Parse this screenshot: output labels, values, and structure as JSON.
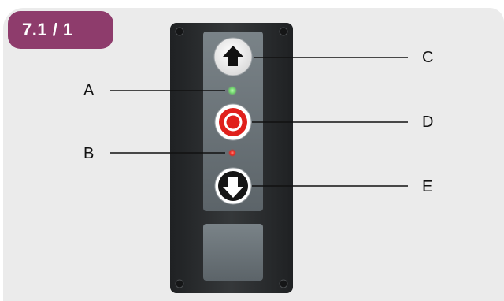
{
  "figure_label": "7.1 / 1",
  "callouts": {
    "a": "A",
    "b": "B",
    "c": "C",
    "d": "D",
    "e": "E"
  },
  "colors": {
    "badge": "#8e3c6c",
    "background": "#ebebeb",
    "housing": "#2b2d2f",
    "face_panel": "#6b7378",
    "indicator_a": "#6fd46b",
    "indicator_b": "#e8261e",
    "stop_button": "#e0201c"
  },
  "icons": {
    "up_button": "arrow-up-icon",
    "stop_button": "stop-circle-icon",
    "down_button": "arrow-down-icon"
  }
}
